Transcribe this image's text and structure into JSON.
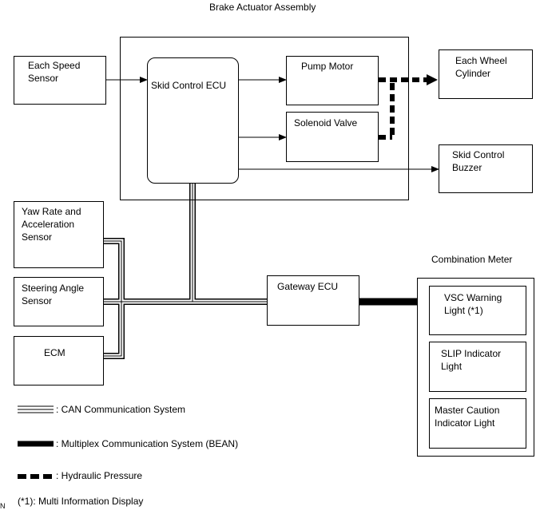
{
  "title": "Brake Actuator Assembly",
  "boxes": {
    "each_speed_sensor": "Each Speed\nSensor",
    "skid_control_ecu": "Skid Control ECU",
    "pump_motor": "Pump Motor",
    "solenoid_valve": "Solenoid Valve",
    "each_wheel_cylinder": "Each Wheel\nCylinder",
    "skid_control_buzzer": "Skid Control\nBuzzer",
    "yaw_rate_sensor": "Yaw Rate and\nAcceleration\nSensor",
    "steering_angle_sensor": "Steering Angle\nSensor",
    "ecm": "ECM",
    "gateway_ecu": "Gateway ECU",
    "combination_meter": "Combination Meter",
    "vsc_warning_light": "VSC Warning\nLight (*1)",
    "slip_indicator_light": "SLIP Indicator\nLight",
    "master_caution_light": "Master Caution\nIndicator Light"
  },
  "legend": {
    "can": ": CAN Communication System",
    "multiplex": ": Multiplex Communication System (BEAN)",
    "hydraulic": ": Hydraulic Pressure"
  },
  "footnote": "(*1): Multi Information Display",
  "corner_mark": "N"
}
